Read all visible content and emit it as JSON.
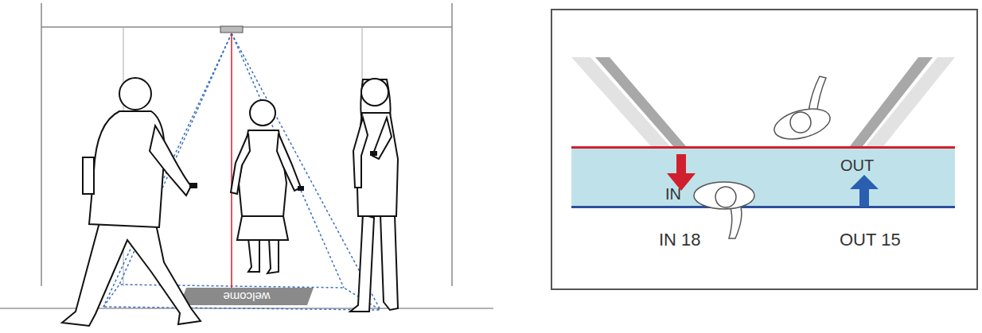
{
  "diagram": {
    "nodes": [
      {
        "text": [
          "welcome"
        ]
      },
      {
        "text": [
          "IN",
          "OUT"
        ]
      }
    ],
    "labels": [
      "IN 18",
      "OUT 15"
    ]
  }
}
